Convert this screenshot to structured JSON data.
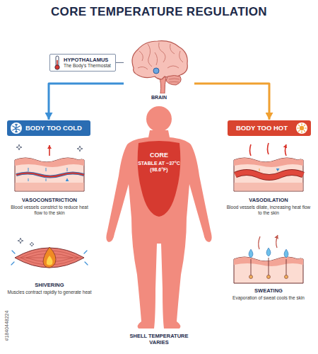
{
  "diagram": {
    "title": "CORE TEMPERATURE REGULATION",
    "nodes": [
      {
        "text": [
          "HYPOTHALAMUS",
          "The Body's Thermostat"
        ]
      },
      {
        "text": [
          "BRAIN"
        ]
      },
      {
        "text": [
          "BODY TOO COLD"
        ]
      },
      {
        "text": [
          "BODY TOO HOT"
        ]
      },
      {
        "text": [
          "SHELL TEMPERATURE VARIES"
        ]
      },
      {
        "text": [
          "CORE",
          "STABLE AT ~37°C (98.6°F)"
        ],
        "in": 4
      },
      {
        "text": [
          "VASOCONSTRICTION",
          "Blood vessels constrict to reduce heat flow to the skin"
        ]
      },
      {
        "text": [
          "VASODILATION",
          "Blood vessels dilate, increasing heat flow to the skin"
        ]
      },
      {
        "text": [
          "SHIVERING",
          "Muscles contract rapidly to generate heat"
        ]
      },
      {
        "text": [
          "SWEATING",
          "Evaporation of sweat cools the skin"
        ]
      }
    ],
    "edges": [
      {
        "from": 0,
        "to": 1,
        "arrow": "none"
      },
      {
        "from": 1,
        "to": 2,
        "arrow": "to"
      },
      {
        "from": 1,
        "to": 3,
        "arrow": "to"
      }
    ],
    "labels": [
      "#1840448224"
    ]
  }
}
